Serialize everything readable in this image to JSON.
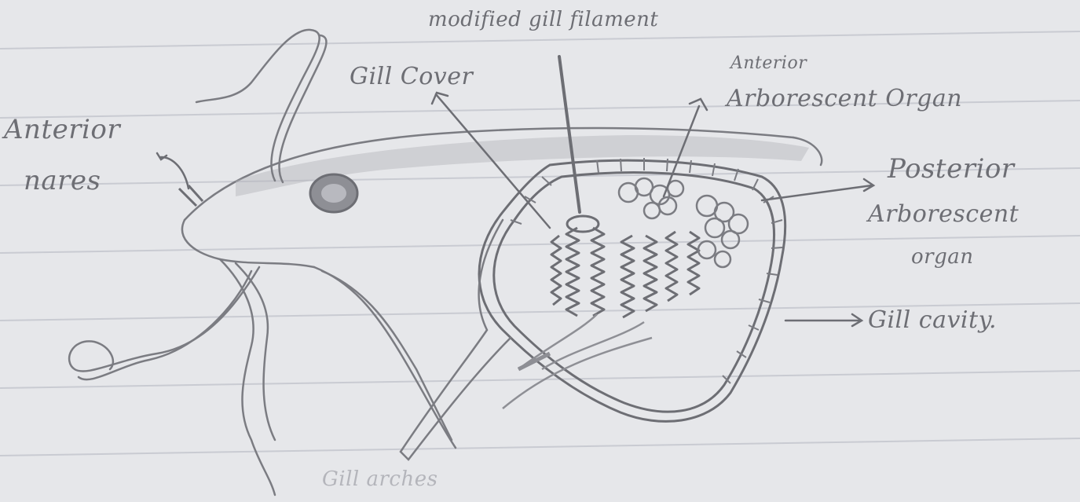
{
  "labels": {
    "modified_gill_filament": "modified gill filament",
    "gill_cover": "Gill Cover",
    "anterior_arborescent_organ_line1": "Anterior",
    "anterior_arborescent_organ_line2": "Arborescent Organ",
    "anterior_nares_line1": "Anterior",
    "anterior_nares_line2": "nares",
    "posterior_arborescent_organ_line1": "Posterior",
    "posterior_arborescent_organ_line2": "Arborescent",
    "posterior_arborescent_organ_line3": "organ",
    "gill_cavity": "Gill cavity.",
    "gill_arches_faint": "Gill arches"
  },
  "colors": {
    "paper": "#e6e7ea",
    "ruled_line": "#c9cbd2",
    "pencil": "#6d6e74",
    "pencil_light": "#9fa0a6",
    "shading": "#b3b4ba"
  }
}
